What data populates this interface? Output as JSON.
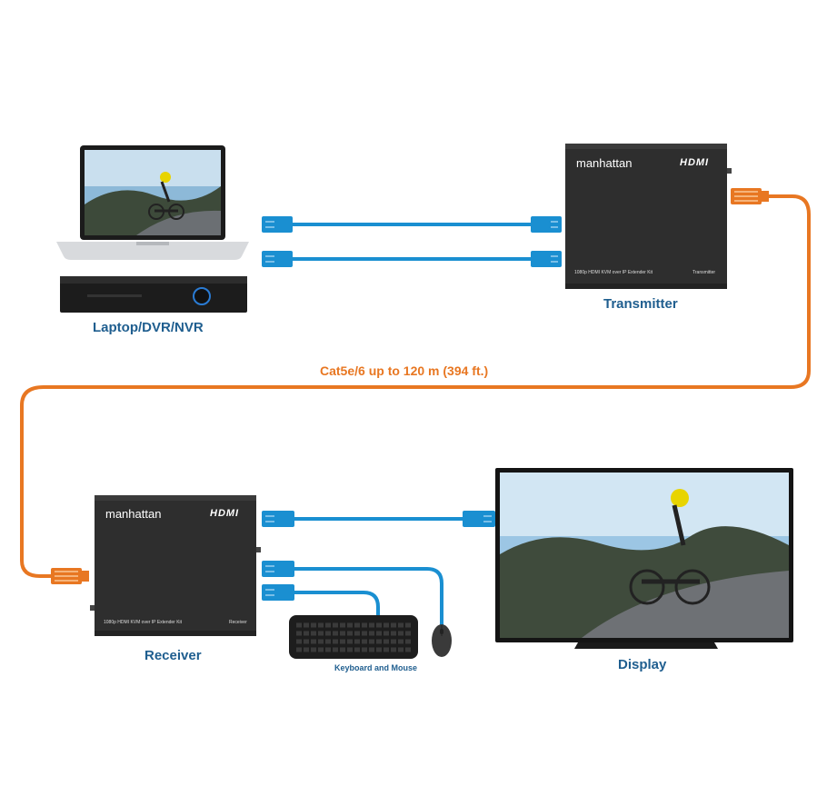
{
  "devices": {
    "source": {
      "label": "Laptop/DVR/NVR"
    },
    "transmitter": {
      "label": "Transmitter",
      "brand": "manhattan",
      "hdmi": "HDMI",
      "kit_text": "1080p HDMI KVM over IP Extender Kit",
      "unit_text": "Transmitter"
    },
    "receiver": {
      "label": "Receiver",
      "brand": "manhattan",
      "hdmi": "HDMI",
      "kit_text": "1080p HDMI KVM over IP Extender Kit",
      "unit_text": "Receiver"
    },
    "display": {
      "label": "Display"
    },
    "peripherals": {
      "label": "Keyboard and Mouse"
    }
  },
  "cable": {
    "label": "Cat5e/6 up to 120 m (394 ft.)",
    "color": "#e87722"
  },
  "colors": {
    "usb_cable": "#1a8fd1",
    "device_body": "#2e2e2e",
    "label": "#1f5e8f"
  }
}
